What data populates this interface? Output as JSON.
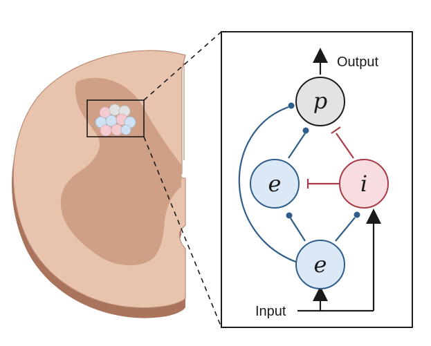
{
  "diagram": {
    "output_label": "Output",
    "input_label": "Input",
    "nodes": {
      "p": {
        "letter": "p",
        "fill": "#e3e3e3",
        "stroke": "#1a1a1a"
      },
      "e_mid": {
        "letter": "e",
        "fill": "#dbe9f7",
        "stroke": "#2f5d8a"
      },
      "i": {
        "letter": "i",
        "fill": "#f8dde0",
        "stroke": "#a83a46"
      },
      "e_bottom": {
        "letter": "e",
        "fill": "#dbe9f7",
        "stroke": "#2f5d8a"
      }
    },
    "colors": {
      "excitatory": "#2f5d8a",
      "inhibitory": "#a83a46",
      "neutral": "#1a1a1a",
      "cord_outer": "#e8c4af",
      "cord_grey": "#cf9f86",
      "cord_edge": "#b98a73",
      "cord_side": "#a9735c"
    }
  }
}
